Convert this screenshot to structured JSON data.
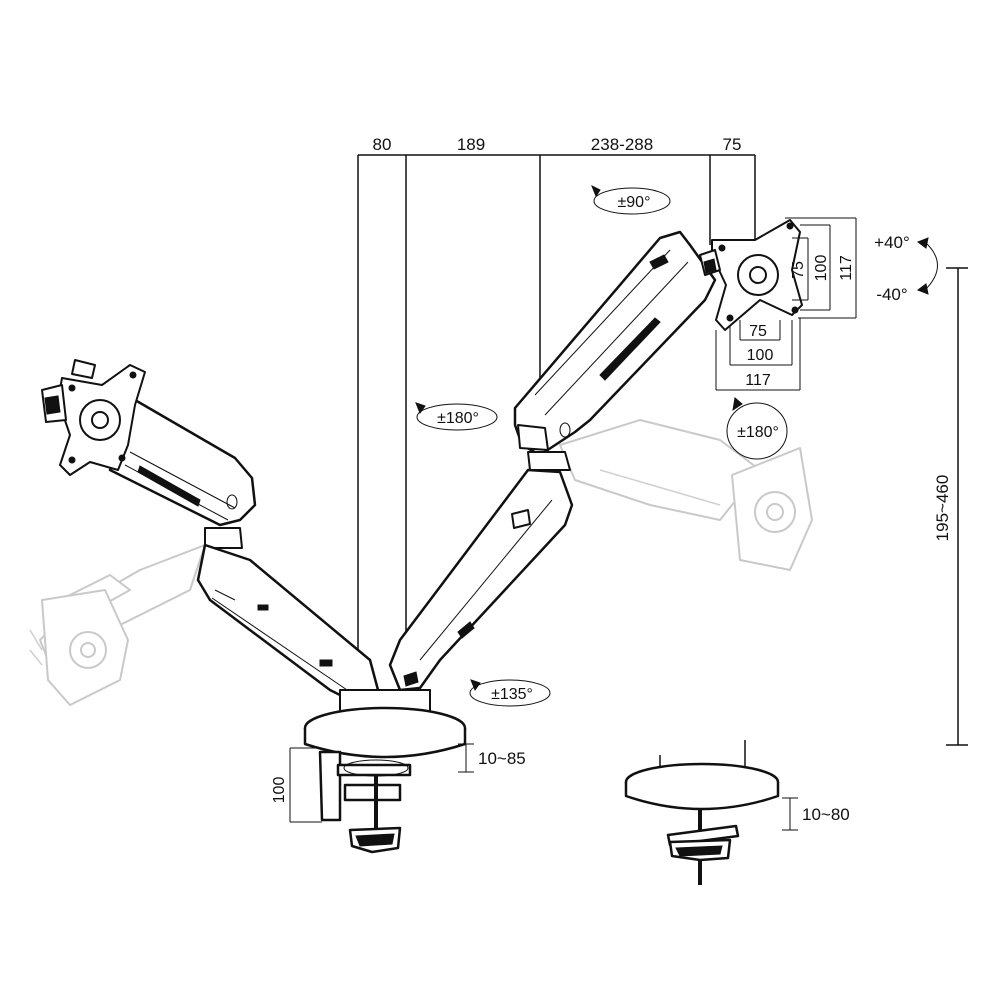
{
  "dimensions": {
    "top": {
      "d80": "80",
      "d189": "189",
      "d238_288": "238-288",
      "d75": "75"
    },
    "height": "195~460",
    "clamp_height": "100",
    "clamp_range": "10~85",
    "grommet_range": "10~80",
    "vesa": {
      "v75": "75",
      "v100": "100",
      "v117": "117"
    }
  },
  "rotations": {
    "pivot": "±90°",
    "swivel_arm": "±180°",
    "swivel_head": "±180°",
    "base": "±135°",
    "tilt_up": "+40°",
    "tilt_down": "-40°"
  }
}
